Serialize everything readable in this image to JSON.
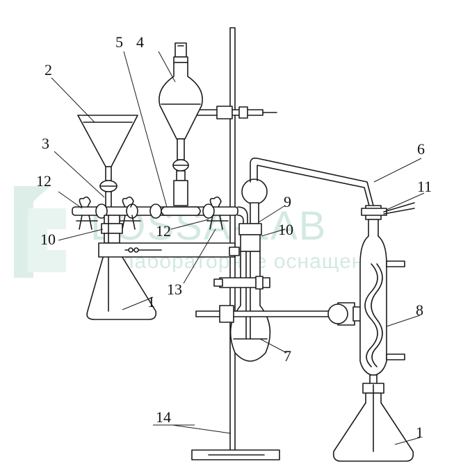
{
  "watermark": {
    "brand": "LOSSA-LAB",
    "tagline": "лабораторное оснащение",
    "color": "#9fcfc0"
  },
  "labels": {
    "l1a": "1",
    "l1b": "1",
    "l2": "2",
    "l3": "3",
    "l4": "4",
    "l5": "5",
    "l6": "6",
    "l7": "7",
    "l8": "8",
    "l9": "9",
    "l10a": "10",
    "l10b": "10",
    "l11": "11",
    "l12a": "12",
    "l12b": "12",
    "l13": "13",
    "l14": "14"
  }
}
